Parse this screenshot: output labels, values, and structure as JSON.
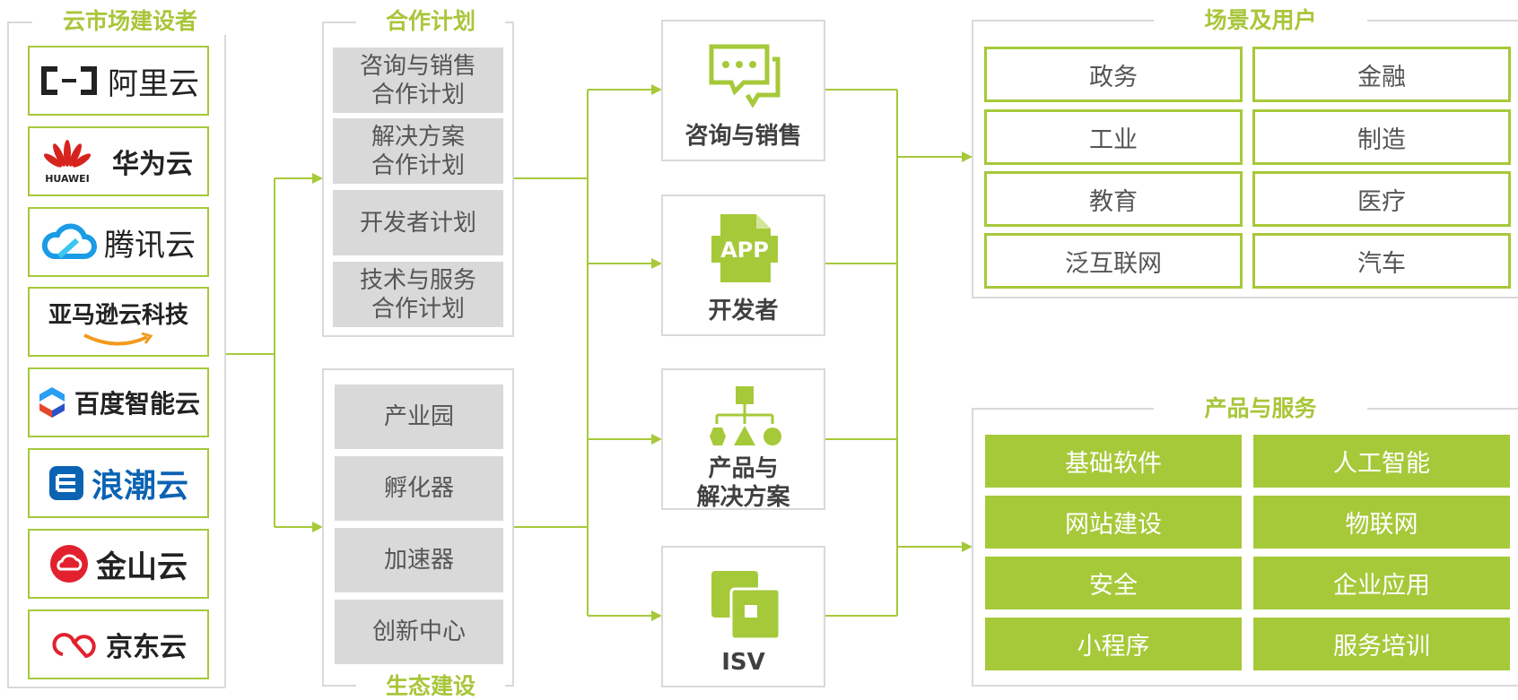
{
  "titles": {
    "vendors": "云市场建设者",
    "plans": "合作计划",
    "eco": "生态建设",
    "scenes": "场景及用户",
    "products": "产品与服务"
  },
  "vendors": [
    {
      "name": "阿里云"
    },
    {
      "name": "华为云",
      "sub": "HUAWEI"
    },
    {
      "name": "腾讯云"
    },
    {
      "name": "亚马逊云科技"
    },
    {
      "name": "百度智能云"
    },
    {
      "name": "浪潮云"
    },
    {
      "name": "金山云"
    },
    {
      "name": "京东云"
    }
  ],
  "plans": [
    {
      "line1": "咨询与销售",
      "line2": "合作计划"
    },
    {
      "line1": "解决方案",
      "line2": "合作计划"
    },
    {
      "line1": "开发者计划",
      "line2": ""
    },
    {
      "line1": "技术与服务",
      "line2": "合作计划"
    }
  ],
  "eco": [
    "产业园",
    "孵化器",
    "加速器",
    "创新中心"
  ],
  "roles": [
    {
      "label": "咨询与销售",
      "icon": "chat-bubbles-icon"
    },
    {
      "label": "开发者",
      "icon": "app-file-icon",
      "icon_text": "APP"
    },
    {
      "label_line1": "产品与",
      "label_line2": "解决方案",
      "icon": "hierarchy-shapes-icon"
    },
    {
      "label": "ISV",
      "icon": "stacked-windows-icon"
    }
  ],
  "scenes": [
    "政务",
    "金融",
    "工业",
    "制造",
    "教育",
    "医疗",
    "泛互联网",
    "汽车"
  ],
  "products": [
    "基础软件",
    "人工智能",
    "网站建设",
    "物联网",
    "安全",
    "企业应用",
    "小程序",
    "服务培训"
  ],
  "colors": {
    "accent": "#a6c93a",
    "gray": "#d9d9d9",
    "text": "#404040"
  }
}
